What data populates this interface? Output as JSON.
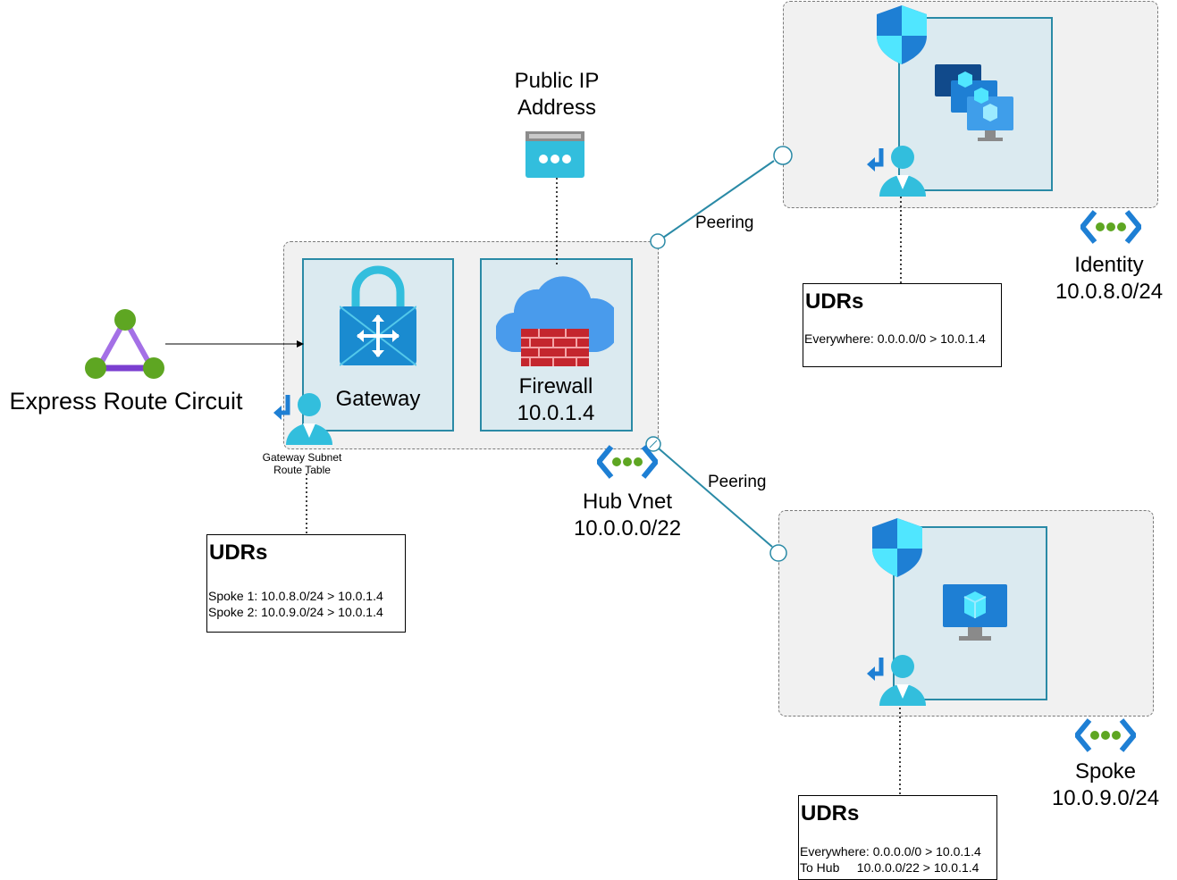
{
  "circuit": {
    "label": "Express Route Circuit"
  },
  "public_ip": {
    "line1": "Public IP",
    "line2": "Address"
  },
  "hub": {
    "gateway_label": "Gateway",
    "firewall_name": "Firewall",
    "firewall_ip": "10.0.1.4",
    "vnet_name": "Hub Vnet",
    "vnet_cidr": "10.0.0.0/22",
    "route_table_line1": "Gateway Subnet",
    "route_table_line2": "Route Table"
  },
  "peering_top": "Peering",
  "peering_bottom": "Peering",
  "identity": {
    "name": "Identity",
    "cidr": "10.0.8.0/24"
  },
  "spoke": {
    "name": "Spoke",
    "cidr": "10.0.9.0/24"
  },
  "udr_gateway": {
    "title": "UDRs",
    "rows": [
      "Spoke 1: 10.0.8.0/24 > 10.0.1.4",
      "Spoke 2: 10.0.9.0/24 > 10.0.1.4"
    ]
  },
  "udr_identity": {
    "title": "UDRs",
    "rows": [
      "Everywhere: 0.0.0.0/0 > 10.0.1.4"
    ]
  },
  "udr_spoke": {
    "title": "UDRs",
    "rows": [
      "Everywhere: 0.0.0.0/0 > 10.0.1.4",
      "To Hub     10.0.0.0/22 > 10.0.1.4"
    ]
  },
  "colors": {
    "azure_blue": "#1e7fd4",
    "subnet_border": "#2a8aa6",
    "subnet_fill": "#dbeaf0",
    "firewall_red": "#c4262e"
  }
}
